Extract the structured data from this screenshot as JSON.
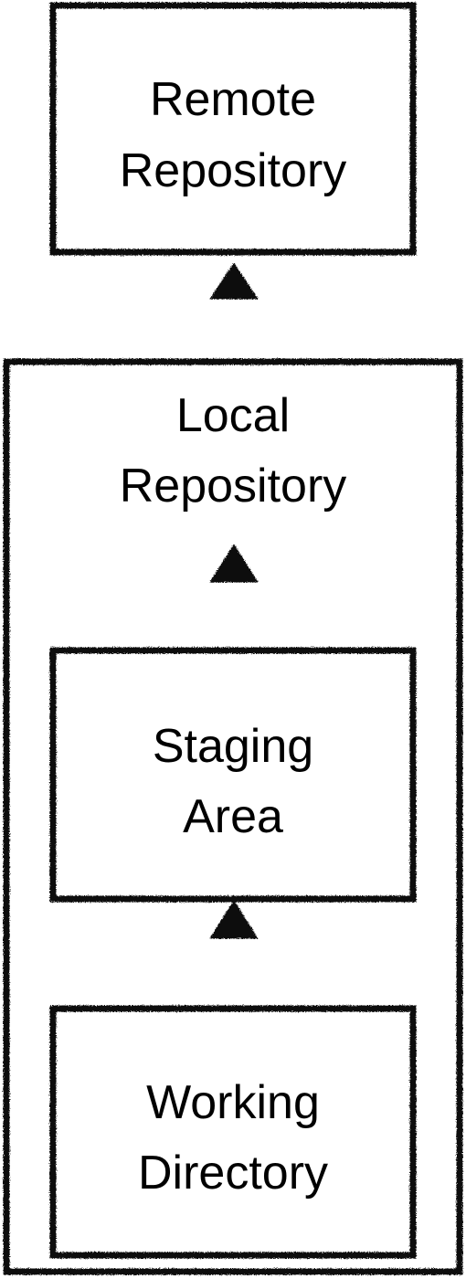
{
  "nodes": {
    "remote": {
      "line1": "Remote",
      "line2": "Repository"
    },
    "local": {
      "line1": "Local",
      "line2": "Repository"
    },
    "staging": {
      "line1": "Staging",
      "line2": "Area"
    },
    "working": {
      "line1": "Working",
      "line2": "Directory"
    }
  },
  "edges": [
    {
      "from": "working",
      "to": "staging"
    },
    {
      "from": "staging",
      "to": "local"
    },
    {
      "from": "local",
      "to": "remote"
    }
  ],
  "colors": {
    "stroke": "#111111",
    "text": "#000000",
    "background": "#ffffff"
  }
}
